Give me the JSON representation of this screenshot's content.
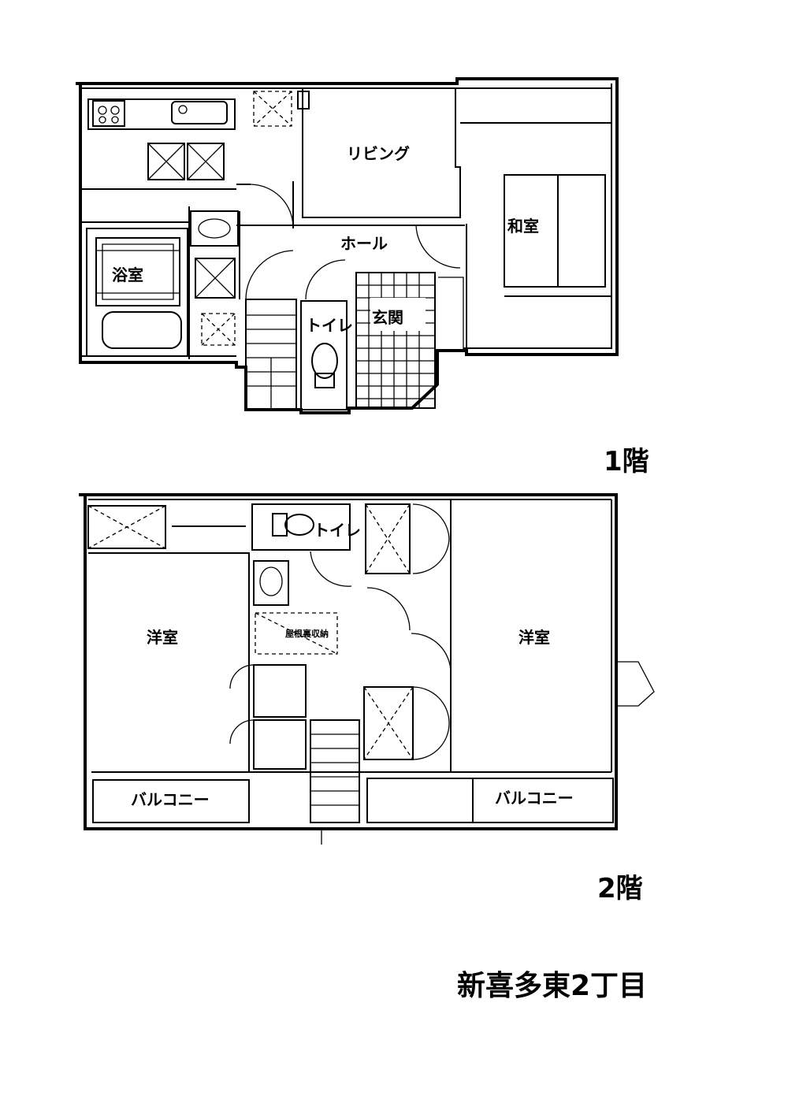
{
  "floor1": {
    "caption": "1階",
    "rooms": {
      "living": "リビング",
      "washitsu": "和室",
      "hall": "ホール",
      "bath": "浴室",
      "toilet": "トイレ",
      "entrance": "玄関"
    }
  },
  "floor2": {
    "caption": "2階",
    "rooms": {
      "western_left": "洋室",
      "western_right": "洋室",
      "toilet": "トイレ",
      "attic_storage": "屋根裏収納",
      "balcony_left": "バルコニー",
      "balcony_right": "バルコニー"
    }
  },
  "address": "新喜多東2丁目"
}
